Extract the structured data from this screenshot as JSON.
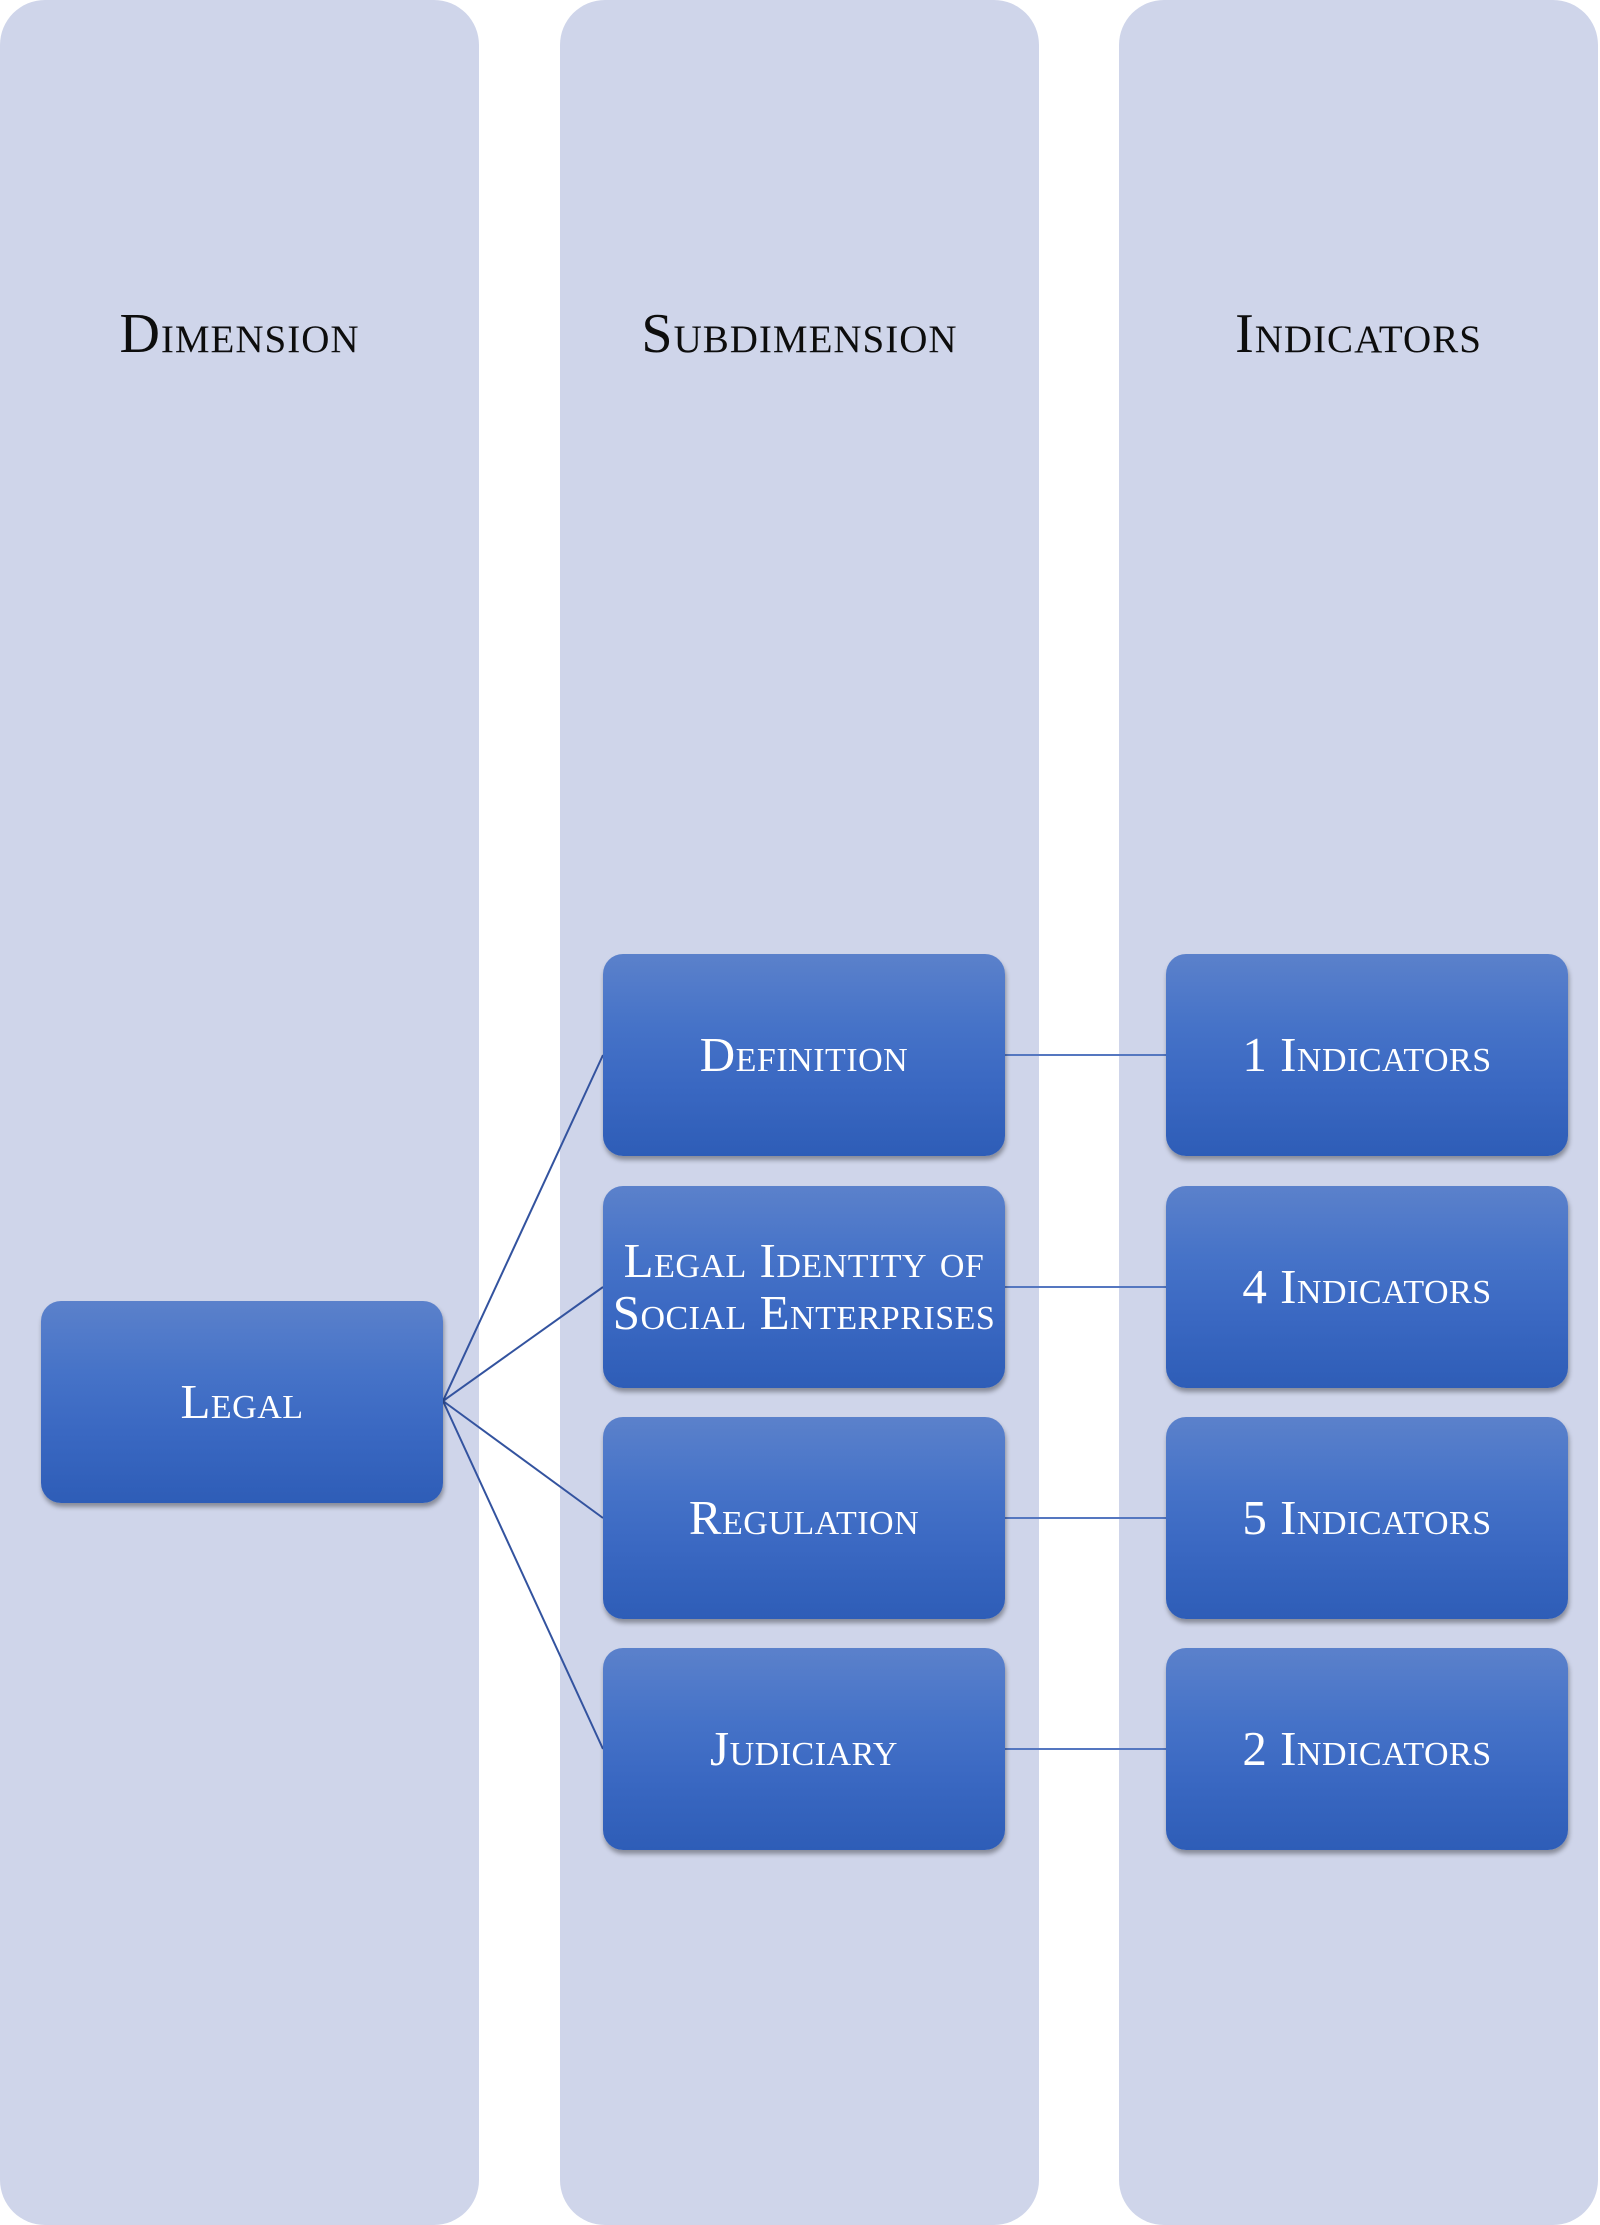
{
  "diagram": {
    "columns": [
      {
        "heading": "Dimension"
      },
      {
        "heading": "Subdimension"
      },
      {
        "heading": "Indicators"
      }
    ],
    "dimension": {
      "label": "Legal"
    },
    "subdimensions": [
      {
        "label": "Definition",
        "indicators": "1 Indicators"
      },
      {
        "label": "Legal Identity of Social Enterprises",
        "indicators": "4 Indicators"
      },
      {
        "label": "Regulation",
        "indicators": "5 Indicators"
      },
      {
        "label": "Judiciary",
        "indicators": "2 Indicators"
      }
    ],
    "colors": {
      "column_background": "#CFD5EA",
      "box_top": "#5B81CB",
      "box_bottom": "#2E5DB7",
      "fan_connector": "#33539F",
      "horizontal_connector": "#5577C0",
      "heading_text": "#0d0d0d",
      "box_text": "#ffffff"
    }
  }
}
